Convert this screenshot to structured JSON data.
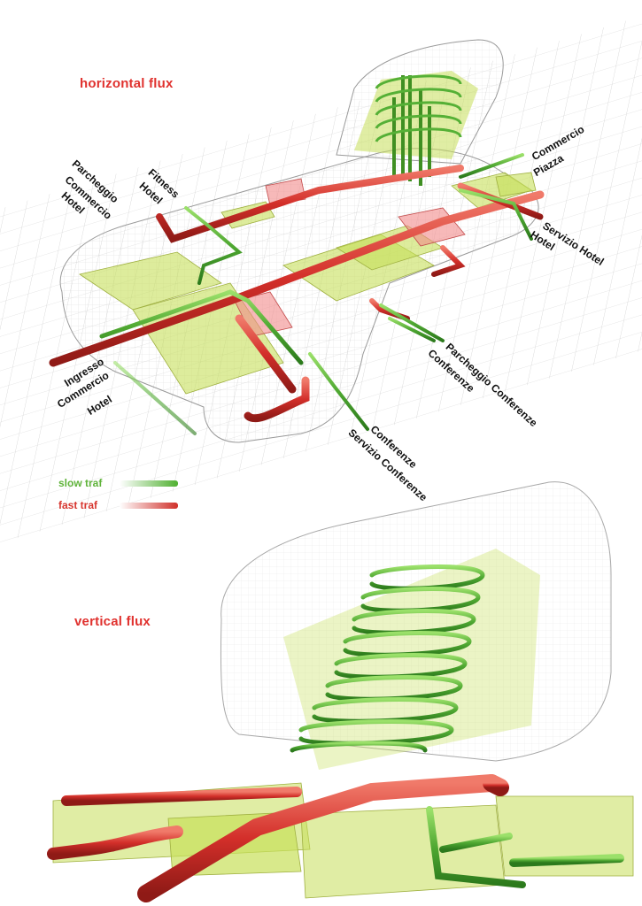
{
  "titles": {
    "horizontal": "horizontal flux",
    "vertical": "vertical flux"
  },
  "legend": {
    "slow": "slow traf",
    "fast": "fast traf"
  },
  "labels": {
    "commercio_piazza_1": "Commercio",
    "commercio_piazza_2": "Piazza",
    "fitness_hotel_1": "Fitness",
    "fitness_hotel_2": "Hotel",
    "parcheggio_1": "Parcheggio",
    "parcheggio_2": "Commercio",
    "parcheggio_3": "Hotel",
    "servizio_hotel": "Servizio Hotel",
    "hotel": "Hotel",
    "ingresso_1": "Ingresso",
    "ingresso_2": "Commercio",
    "ingresso_3": "Hotel",
    "parcheggio_conferenze": "Parcheggio Conferenze",
    "conferenze_a": "Conferenze",
    "conferenze_b": "Conferenze",
    "servizio_conferenze": "Servizio Conferenze"
  },
  "colors": {
    "slow": "#5fb33a",
    "fast": "#d7362f",
    "volume": "#c7df5a",
    "title": "#e0312e"
  }
}
